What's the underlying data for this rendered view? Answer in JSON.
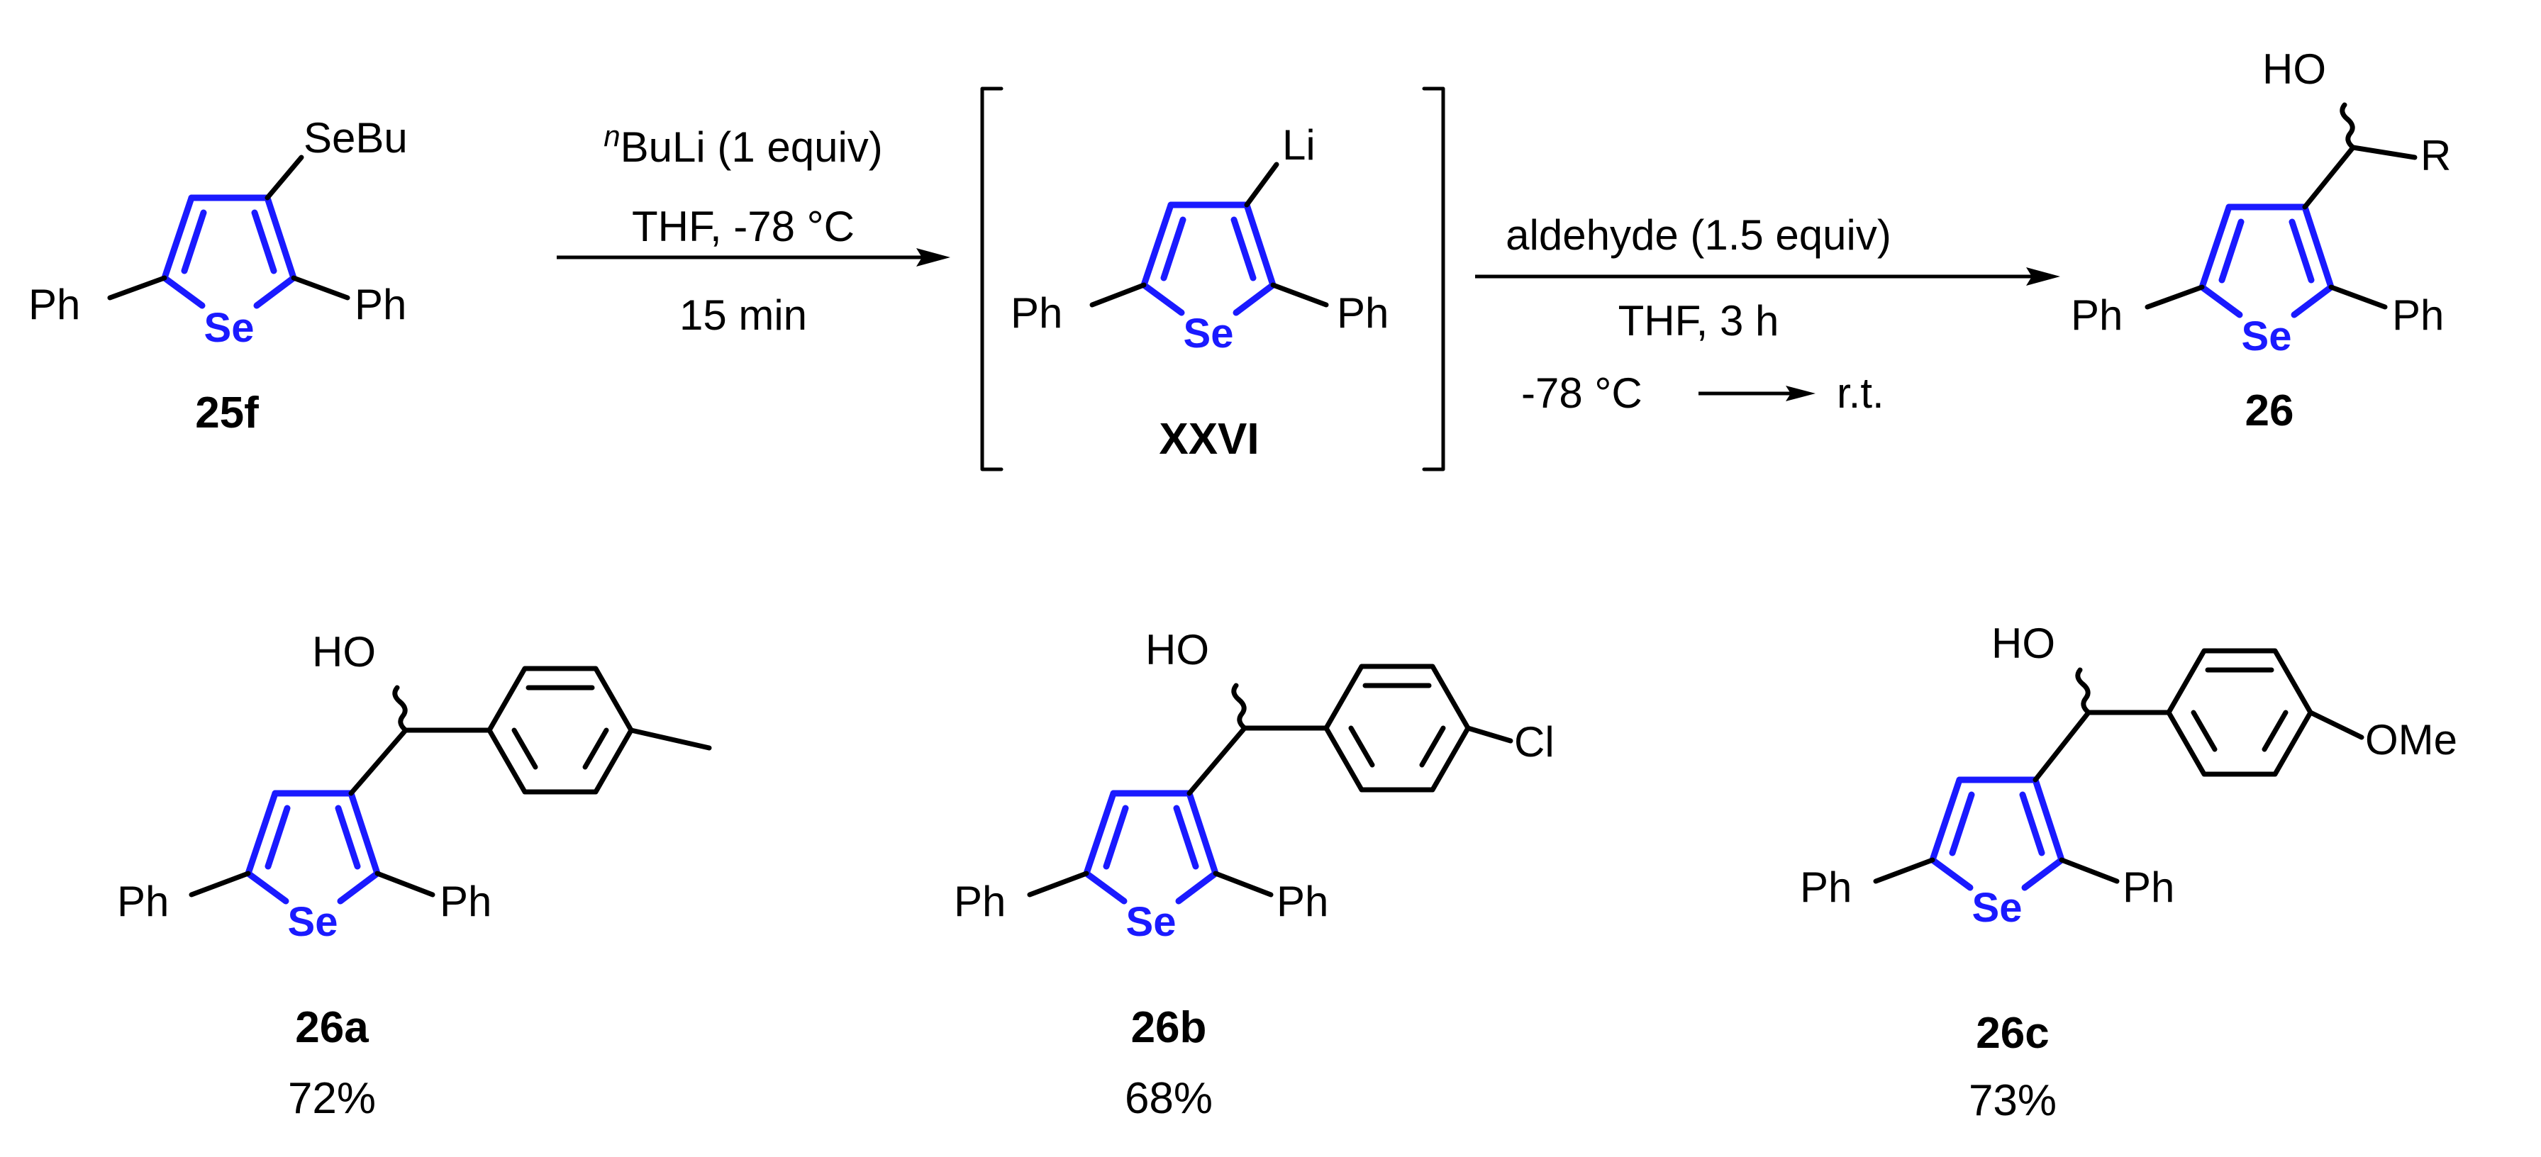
{
  "colors": {
    "ring": "#1a1aff",
    "bond": "#000000",
    "text": "#000000"
  },
  "common": {
    "ph": "Ph",
    "se": "Se",
    "ho": "HO"
  },
  "starting_material": {
    "substituent": "SeBu",
    "id": "25f"
  },
  "step1": {
    "reagent_prefix": "n",
    "reagent": "BuLi (1 equiv)",
    "solvent_temp": "THF, -78 °C",
    "time": "15 min"
  },
  "intermediate": {
    "substituent": "Li",
    "id": "XXVI"
  },
  "step2": {
    "reagent": "aldehyde (1.5 equiv)",
    "solvent_time": "THF, 3 h",
    "temp_start": "-78 °C",
    "temp_end": "r.t."
  },
  "product": {
    "r_group": "R",
    "id": "26"
  },
  "examples": [
    {
      "id": "26a",
      "yield": "72%",
      "para": ""
    },
    {
      "id": "26b",
      "yield": "68%",
      "para": "Cl"
    },
    {
      "id": "26c",
      "yield": "73%",
      "para": "OMe"
    }
  ]
}
